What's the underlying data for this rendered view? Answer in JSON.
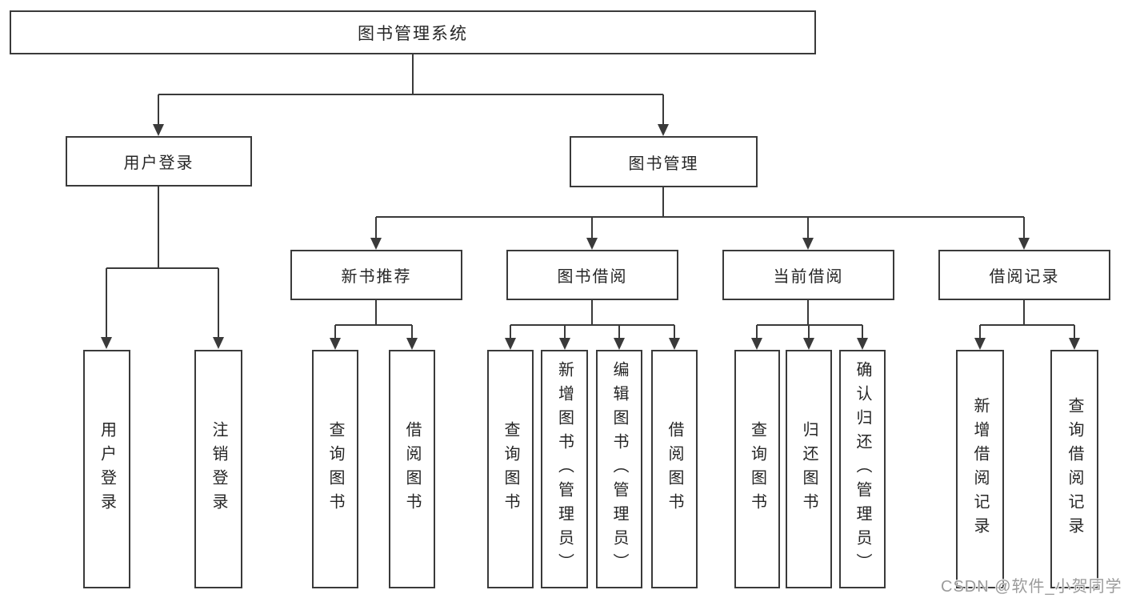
{
  "colors": {
    "line": "#3a3a3a",
    "box_border": "#3a3a3a",
    "text": "#262626",
    "watermark": "#9b9b9b",
    "background": "#ffffff"
  },
  "watermark": {
    "text": "CSDN @软件_小贺同学"
  },
  "tree": {
    "root": {
      "label": "图书管理系统"
    },
    "branches": [
      {
        "label": "用户登录",
        "children": [
          {
            "label": "用户登录"
          },
          {
            "label": "注销登录"
          }
        ]
      },
      {
        "label": "图书管理",
        "groups": [
          {
            "label": "新书推荐",
            "children": [
              {
                "label": "查询图书"
              },
              {
                "label": "借阅图书"
              }
            ]
          },
          {
            "label": "图书借阅",
            "children": [
              {
                "label": "查询图书"
              },
              {
                "label": "新增图书（管理员）"
              },
              {
                "label": "编辑图书（管理员）"
              },
              {
                "label": "借阅图书"
              }
            ]
          },
          {
            "label": "当前借阅",
            "children": [
              {
                "label": "查询图书"
              },
              {
                "label": "归还图书"
              },
              {
                "label": "确认归还（管理员）"
              }
            ]
          },
          {
            "label": "借阅记录",
            "children": [
              {
                "label": "新增借阅记录"
              },
              {
                "label": "查询借阅记录"
              }
            ]
          }
        ]
      }
    ]
  }
}
